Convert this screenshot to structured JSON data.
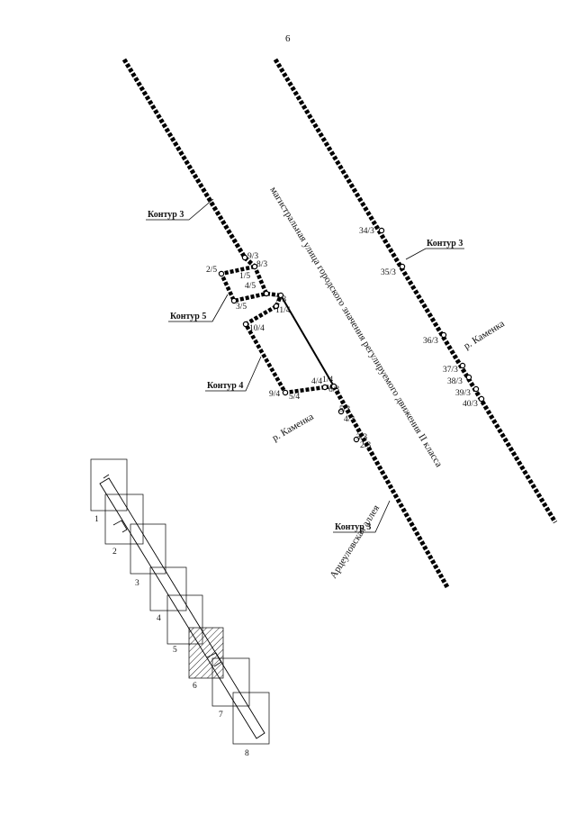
{
  "page_number": "6",
  "labels": {
    "kontur3_a": "Контур 3",
    "kontur3_b": "Контур 3",
    "kontur3_c": "Контур 3",
    "kontur4": "Контур 4",
    "kontur5": "Контур 5",
    "street": "магистральная улица городского значения регулируемого движения II класса",
    "river_a": "р. Каменка",
    "river_b": "р. Каменка",
    "alley": "Арцеуловская аллея"
  },
  "points": {
    "p9_3": "9/3",
    "p8_3": "8/3",
    "p2_5": "2/5",
    "p1_5": "1/5",
    "p4_5": "4/5",
    "p3_5": "3/5",
    "p7_3": "7/3",
    "p11_4": "11/4",
    "p10_4": "10/4",
    "p4_4": "4/4",
    "p1_4": "1/4",
    "p6_3": "6/3",
    "p9_4": "9/4",
    "p5_4": "5/4",
    "p5_3": "5/3",
    "p4_3": "4/3",
    "p3_3": "3/3",
    "p2_3": "2/3",
    "p34_3": "34/3",
    "p35_3": "35/3",
    "p36_3": "36/3",
    "p37_3": "37/3",
    "p38_3": "38/3",
    "p39_3": "39/3",
    "p40_3": "40/3"
  },
  "sheets": [
    "1",
    "2",
    "3",
    "4",
    "5",
    "6",
    "7",
    "8"
  ]
}
